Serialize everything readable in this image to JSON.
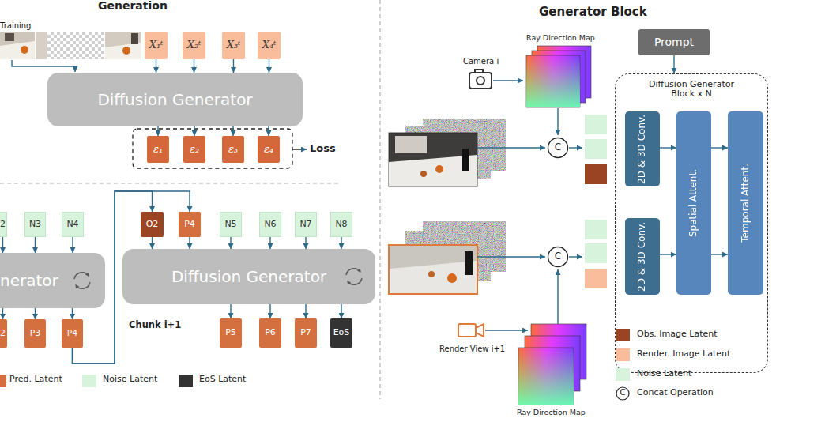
{
  "diagram": {
    "nodes": [
      {
        "text": [
          "X₁ᵗ"
        ]
      },
      {
        "text": [
          "X₂ᵗ"
        ]
      },
      {
        "text": [
          "X₃ᵗ"
        ]
      },
      {
        "text": [
          "X₄ᵗ"
        ]
      },
      {
        "text": [
          "Diffusion Generator"
        ]
      },
      {
        "text": [
          "ε₁"
        ]
      },
      {
        "text": [
          "ε₂"
        ]
      },
      {
        "text": [
          "ε₃"
        ]
      },
      {
        "text": [
          "ε₄"
        ]
      },
      {
        "text": [
          "2"
        ]
      },
      {
        "text": [
          "N3"
        ]
      },
      {
        "text": [
          "N4"
        ]
      },
      {
        "text": [
          "nerator"
        ]
      },
      {
        "text": [
          "2"
        ]
      },
      {
        "text": [
          "P3"
        ]
      },
      {
        "text": [
          "P4"
        ]
      },
      {
        "text": [
          "O2"
        ]
      },
      {
        "text": [
          "P4"
        ]
      },
      {
        "text": [
          "N5"
        ]
      },
      {
        "text": [
          "N6"
        ]
      },
      {
        "text": [
          "N7"
        ]
      },
      {
        "text": [
          "N8"
        ]
      },
      {
        "text": [
          "Diffusion Generator"
        ]
      },
      {
        "text": [
          "P5"
        ]
      },
      {
        "text": [
          "P6"
        ]
      },
      {
        "text": [
          "P7"
        ]
      },
      {
        "text": [
          "EoS"
        ]
      },
      {
        "text": [
          "Prompt"
        ]
      },
      {
        "text": [
          "Diffusion Generator Block x N"
        ]
      },
      {
        "text": [
          "2D & 3D Conv."
        ],
        "in": 28
      },
      {
        "text": [
          "2D & 3D Conv."
        ],
        "in": 28
      },
      {
        "text": [
          "Spatial Attent."
        ],
        "in": 28
      },
      {
        "text": [
          "Temporal Attent."
        ],
        "in": 28
      },
      {
        "text": [
          "C"
        ]
      },
      {
        "text": [
          "C"
        ]
      }
    ],
    "edges": [
      {
        "from": 0,
        "to": 4,
        "arrow": "to"
      },
      {
        "from": 1,
        "to": 4,
        "arrow": "to"
      },
      {
        "from": 2,
        "to": 4,
        "arrow": "to"
      },
      {
        "from": 3,
        "to": 4,
        "arrow": "to"
      },
      {
        "from": 4,
        "to": 5,
        "arrow": "to"
      },
      {
        "from": 4,
        "to": 6,
        "arrow": "to"
      },
      {
        "from": 4,
        "to": 7,
        "arrow": "to"
      },
      {
        "from": 4,
        "to": 8,
        "arrow": "to"
      },
      {
        "from": 9,
        "to": 12,
        "arrow": "to"
      },
      {
        "from": 10,
        "to": 12,
        "arrow": "to"
      },
      {
        "from": 11,
        "to": 12,
        "arrow": "to"
      },
      {
        "from": 12,
        "to": 13,
        "arrow": "to"
      },
      {
        "from": 12,
        "to": 14,
        "arrow": "to"
      },
      {
        "from": 12,
        "to": 15,
        "arrow": "to"
      },
      {
        "from": 15,
        "to": 16,
        "arrow": "to"
      },
      {
        "from": 15,
        "to": 17,
        "arrow": "to"
      },
      {
        "from": 16,
        "to": 22,
        "arrow": "to"
      },
      {
        "from": 17,
        "to": 22,
        "arrow": "to"
      },
      {
        "from": 18,
        "to": 22,
        "arrow": "to"
      },
      {
        "from": 19,
        "to": 22,
        "arrow": "to"
      },
      {
        "from": 20,
        "to": 22,
        "arrow": "to"
      },
      {
        "from": 21,
        "to": 22,
        "arrow": "to"
      },
      {
        "from": 22,
        "to": 23,
        "arrow": "to"
      },
      {
        "from": 22,
        "to": 24,
        "arrow": "to"
      },
      {
        "from": 22,
        "to": 25,
        "arrow": "to"
      },
      {
        "from": 22,
        "to": 26,
        "arrow": "to"
      },
      {
        "from": 27,
        "to": 28,
        "arrow": "to"
      },
      {
        "from": 29,
        "to": 31,
        "arrow": "to"
      },
      {
        "from": 30,
        "to": 31,
        "arrow": "to"
      },
      {
        "from": 31,
        "to": 32,
        "arrow": "to"
      },
      {
        "from": 31,
        "to": 32,
        "arrow": "to"
      }
    ],
    "labels": [
      "Generation",
      "Training",
      "Loss",
      "Chunk i+1",
      "Generator Block",
      "Ray Direction Map",
      "Camera i",
      "Render View i+1",
      "Ray Direction Map",
      "C"
    ],
    "legend": [
      {
        "text": "Pred. Latent",
        "color": "#d4703f"
      },
      {
        "text": "Noise Latent",
        "color": "#d8f3dc"
      },
      {
        "text": "EoS Latent",
        "color": "#333333"
      },
      {
        "text": "Obs. Image Latent",
        "color": "#9b4424"
      },
      {
        "text": "Render. Image Latent",
        "color": "#f9bd9c"
      },
      {
        "text": "Noise Latent",
        "color": "#d8f3dc"
      },
      {
        "text": "Concat Operation"
      }
    ]
  }
}
